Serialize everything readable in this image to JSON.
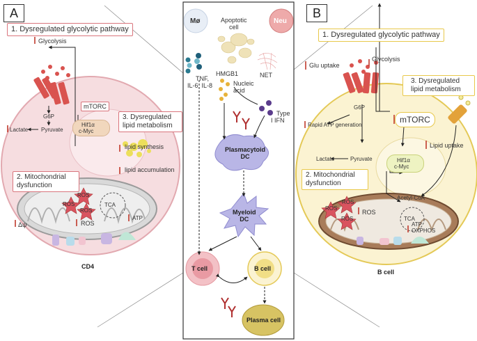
{
  "panel_a": {
    "tag": "A",
    "box1": "1.  Dysregulated glycolytic pathway",
    "glycolysis": "Glycolysis",
    "g6p": "G6P",
    "mtorc": "mTORC",
    "pyruvate": "Pyruvate",
    "lactate": "Lactate",
    "hif": "Hif1α",
    "cmyc": "c-Myc",
    "box3_line1": "3. Dysregulated",
    "box3_line2": "lipid metabolism",
    "lipid_synthesis": "lipid synthesis",
    "lipid_accumulation": "lipid accumulation",
    "box2_line1": "2. Mitochondrial",
    "box2_line2": "dysfunction",
    "ros": "ROS",
    "tca": "TCA",
    "atp": "ATP",
    "delta_psi": "Δψ",
    "cell_label": "CD4"
  },
  "panel_mid": {
    "mo": "Mø",
    "neu": "Neu",
    "apoptotic_line1": "Apoptotic",
    "apoptotic_line2": "cell",
    "tnf_line1": "TNF,",
    "tnf_line2": "IL-6, IL-8",
    "hmgb1": "HMGB1",
    "nucleic_line1": "Nucleic",
    "nucleic_line2": "acid",
    "net": "NET",
    "type_line1": "Type",
    "type_line2": "I IFN",
    "pdc_line1": "Plasmacytoid",
    "pdc_line2": "DC",
    "mdc_line1": "Myeloid",
    "mdc_line2": "DC",
    "tcell": "T cell",
    "bcell": "B cell",
    "plasma": "Plasma cell"
  },
  "panel_b": {
    "tag": "B",
    "box1": "1.  Dysregulated glycolytic pathway",
    "glu_uptake": "Glu uptake",
    "glycolysis": "Glycolysis",
    "g6p": "G6P",
    "box3_line1": "3. Dysregulated",
    "box3_line2": "lipid metabolism",
    "rapid_atp": "Rapid ATP generation",
    "mtorc": "mTORC",
    "lipid_uptake": "Lipid uptake",
    "lactate": "Lactate",
    "pyruvate": "Pyruvate",
    "hif": "Hif1α",
    "cmyc": "c-Myc",
    "box2_line1": "2. Mitochondrial",
    "box2_line2": "dysfunction",
    "acetyl": "Acetyl-CoA",
    "ros": "ROS",
    "tca": "TCA",
    "atp": "ATP",
    "oxphos": "OXPHOS",
    "cell_label": "B cell"
  },
  "colors": {
    "cd4_cell": "#f6dde0",
    "bcell_cell": "#fbf3d2",
    "mito_brown": "#8b5a3c",
    "red_arrow": "#c0392b",
    "pink_box": "#d9747c",
    "yellow_box": "#e8c84a",
    "dc_purple": "#b9b6e6"
  }
}
